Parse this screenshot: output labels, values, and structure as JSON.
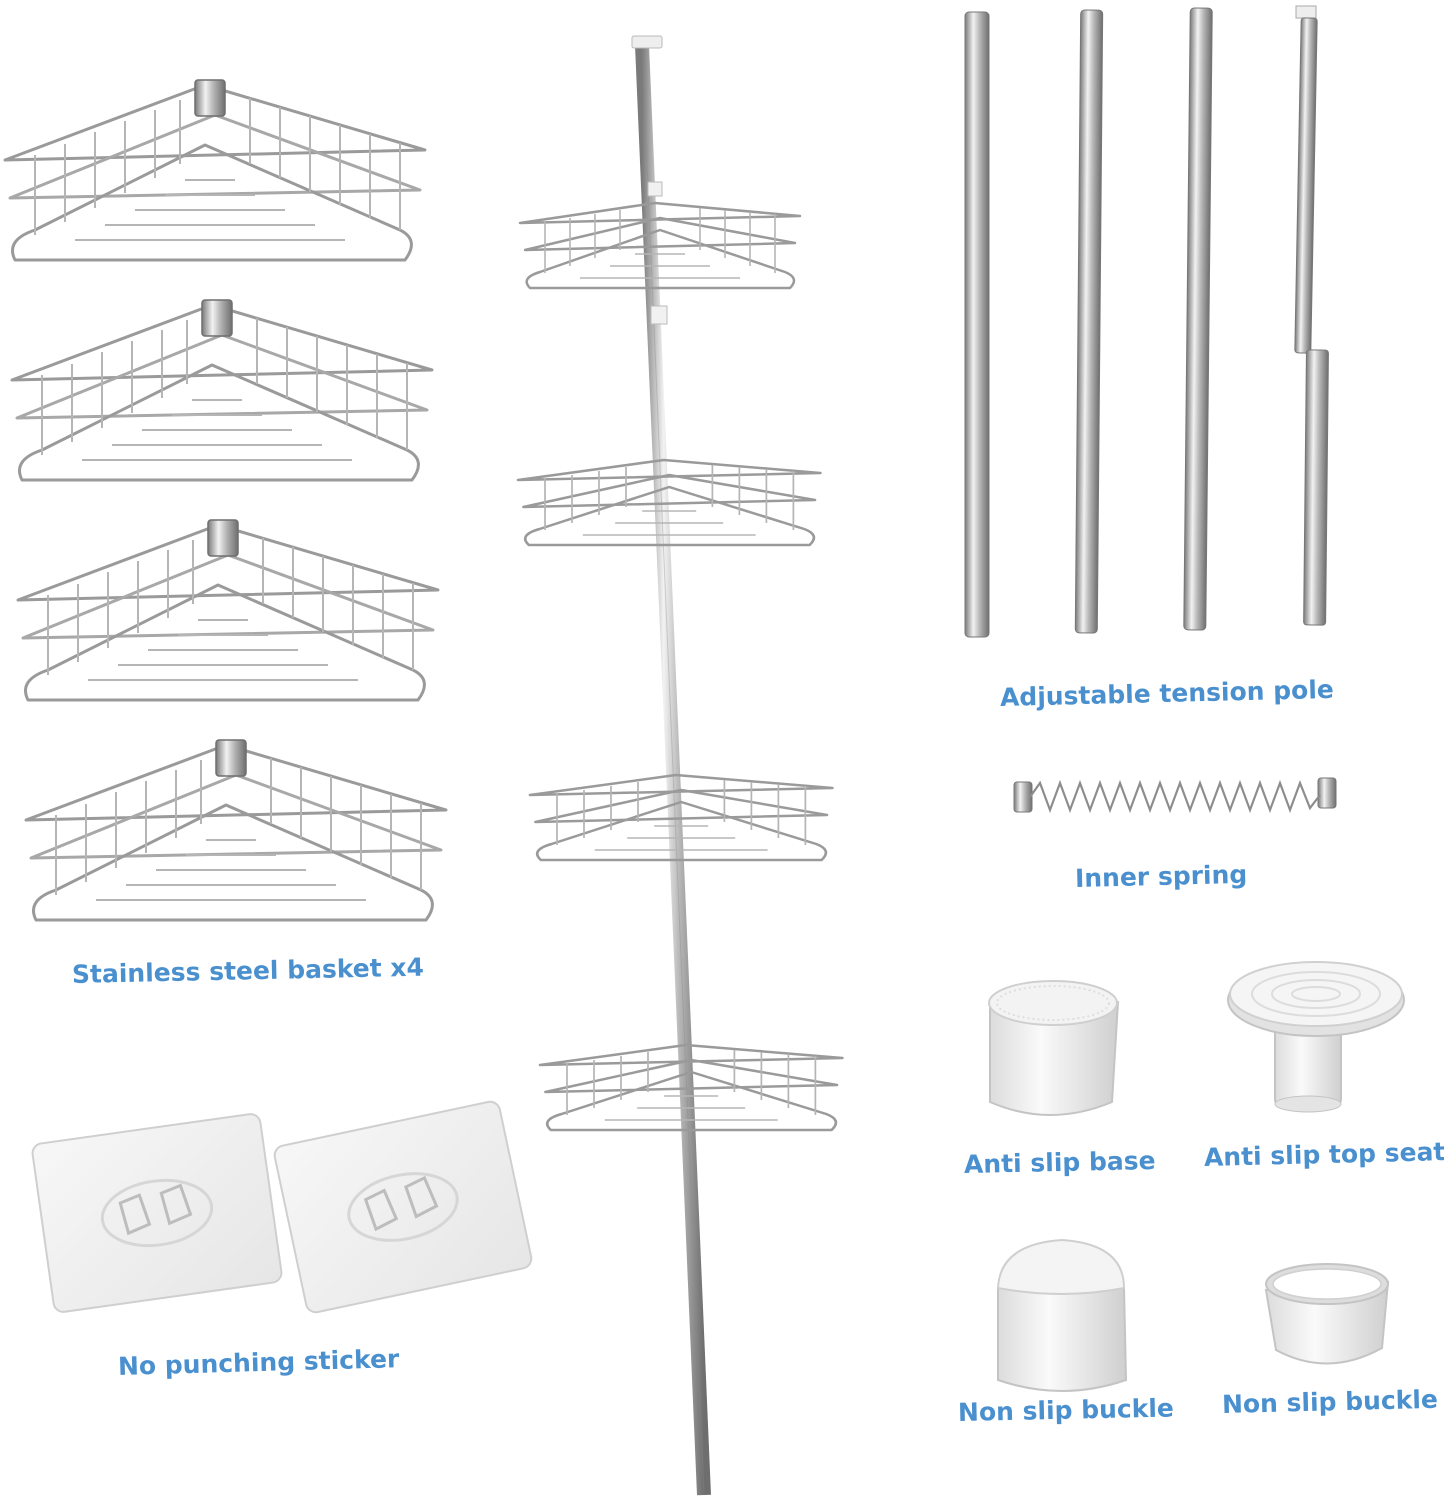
{
  "labels": {
    "baskets": "Stainless steel basket x4",
    "sticker": "No punching sticker",
    "pole": "Adjustable tension pole",
    "spring": "Inner spring",
    "base": "Anti slip base",
    "top_seat": "Anti slip top seat",
    "buckle_1": "Non slip buckle",
    "buckle_2": "Non slip buckle"
  },
  "colors": {
    "label": "#4a90cf",
    "metal_dark": "#8c8c8c",
    "metal_light": "#d8d8d8",
    "plastic": "#eeeeee",
    "plastic_edge": "#c8c8c8"
  },
  "components": [
    {
      "name": "stainless-steel-basket",
      "count": 4
    },
    {
      "name": "no-punching-sticker",
      "count": 2
    },
    {
      "name": "tension-pole-segment",
      "count": 4
    },
    {
      "name": "inner-spring",
      "count": 1
    },
    {
      "name": "anti-slip-base",
      "count": 1
    },
    {
      "name": "anti-slip-top-seat",
      "count": 1
    },
    {
      "name": "non-slip-buckle",
      "count": 2
    }
  ]
}
